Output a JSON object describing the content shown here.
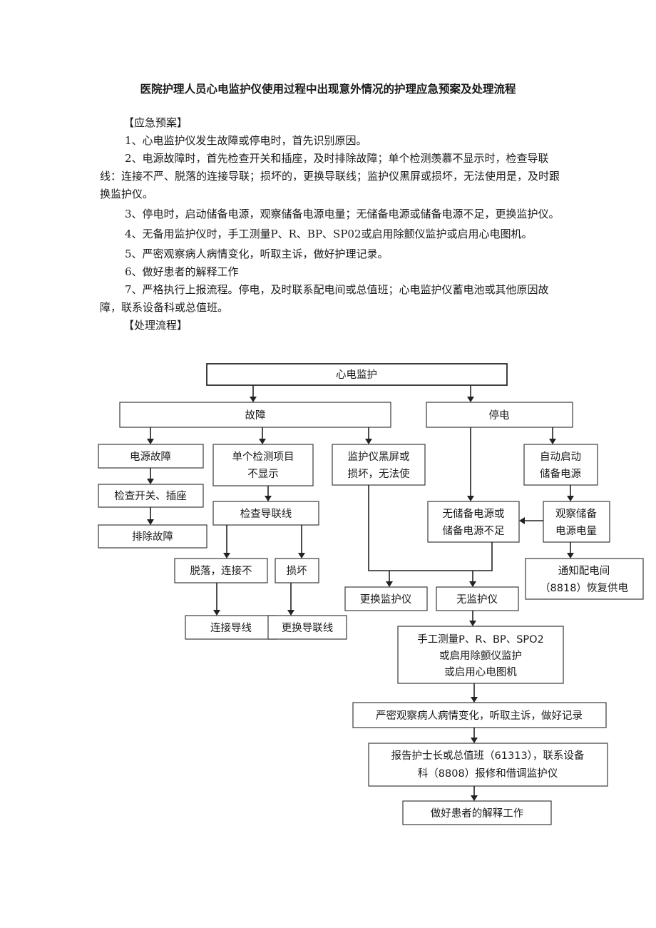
{
  "title": "医院护理人员心电监护仪使用过程中出现意外情况的护理应急预案及处理流程",
  "section_plan": "【应急预案】",
  "paragraphs": [
    "1、心电监护仪发生故障或停电时，首先识别原因。",
    "2、电源故障时，首先检查开关和插座，及时排除故障；单个检测羡慕不显示时，检查导联线：连接不严、脱落的连接导联；损坏的，更换导联线；监护仪黑屏或损坏，无法使用是，及时跟换监护仪。",
    "3、停电时，启动储备电源，观察储备电源电量；无储备电源或储备电源不足，更换监护仪。",
    "4、无备用监护仪时，手工测量P、R、BP、SP02或启用除颤仪监护或启用心电图机。",
    "5、严密观察病人病情变化，听取主诉，做好护理记录。",
    "6、做好患者的解释工作",
    "7、严格执行上报流程。停电，及时联系配电间或总值班；心电监护仪蓄电池或其他原因故障，联系设备科或总值班。"
  ],
  "section_flow": "【处理流程】",
  "flow": {
    "monitor": "心电监护",
    "fault": "故障",
    "power_out": "停电",
    "power_fault": "电源故障",
    "check_switch": "检查开关、插座",
    "clear_fault": "排除故障",
    "single_item_1": "单个检测项目",
    "single_item_2": "不显示",
    "check_lead": "检查导联线",
    "detached": "脱落，连接不",
    "damaged": "损坏",
    "connect_lead": "连接导线",
    "replace_lead": "更换导联线",
    "black_screen_1": "监护仪黑屏或",
    "black_screen_2": "损坏，无法使",
    "auto_backup_1": "自动启动",
    "auto_backup_2": "储备电源",
    "observe_backup_1": "观察储备",
    "observe_backup_2": "电源电量",
    "no_backup_1": "无储备电源或",
    "no_backup_2": "储备电源不足",
    "notify_1": "通知配电间",
    "notify_2": "（8818）恢复供电",
    "replace_monitor": "更换监护仪",
    "no_monitor": "无监护仪",
    "manual_1": "手工测量P、R、BP、SPO2",
    "manual_2": "或启用除颤仪监护",
    "manual_3": "或启用心电图机",
    "observe_patient": "严密观察病人病情变化，听取主诉，做好记录",
    "report_1": "报告护士长或总值班（61313），联系设备",
    "report_2": "科（8808）报修和借调监护仪",
    "explain": "做好患者的解释工作"
  }
}
